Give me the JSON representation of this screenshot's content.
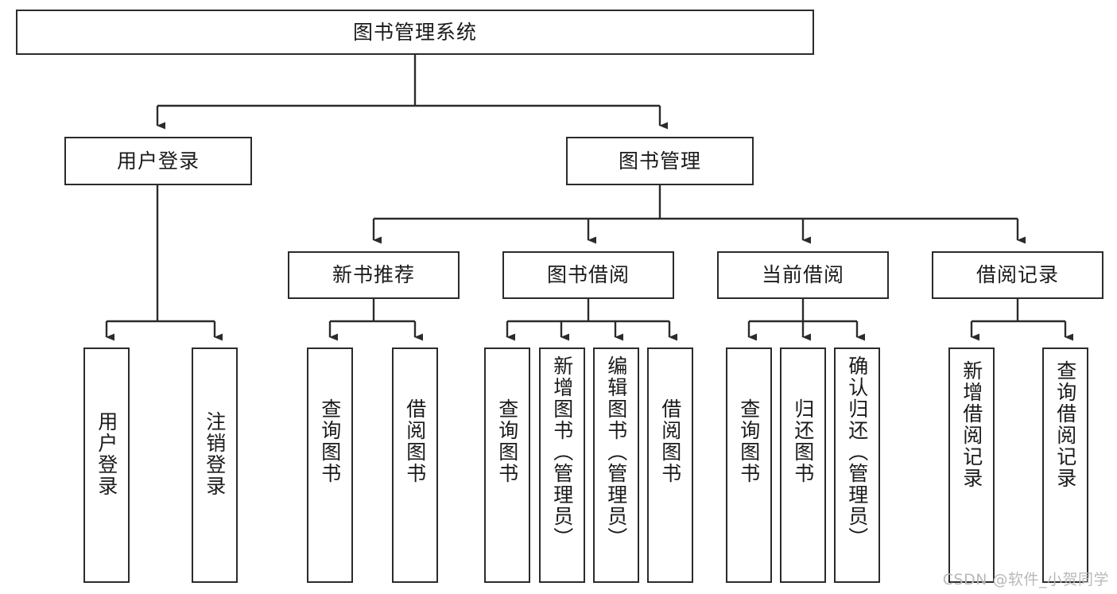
{
  "diagram": {
    "title": "图书管理系统",
    "type": "tree",
    "watermark": "CSDN @软件_小贺同学",
    "line_color": "#2b2b2b",
    "box_fill": "#ffffff",
    "text_color": "#1a1a1a",
    "nodes": {
      "root": {
        "label": "图书管理系统"
      },
      "level2": [
        {
          "id": "user-login",
          "label": "用户登录"
        },
        {
          "id": "book-manage",
          "label": "图书管理"
        }
      ],
      "level3": [
        {
          "id": "new-book-recommend",
          "label": "新书推荐"
        },
        {
          "id": "book-borrow",
          "label": "图书借阅"
        },
        {
          "id": "current-borrow",
          "label": "当前借阅"
        },
        {
          "id": "borrow-record",
          "label": "借阅记录"
        }
      ],
      "leaves": {
        "user_login": [
          {
            "id": "leaf-user-login",
            "label": "用户登录"
          },
          {
            "id": "leaf-logout-login",
            "label": "注销登录"
          }
        ],
        "new_book_recommend": [
          {
            "id": "leaf-query-book-1",
            "label": "查询图书"
          },
          {
            "id": "leaf-borrow-book-1",
            "label": "借阅图书"
          }
        ],
        "book_borrow": [
          {
            "id": "leaf-query-book-2",
            "label": "查询图书"
          },
          {
            "id": "leaf-add-book-admin",
            "label": "新增图书（管理员）"
          },
          {
            "id": "leaf-edit-book-admin",
            "label": "编辑图书（管理员）"
          },
          {
            "id": "leaf-borrow-book-2",
            "label": "借阅图书"
          }
        ],
        "current_borrow": [
          {
            "id": "leaf-query-book-3",
            "label": "查询图书"
          },
          {
            "id": "leaf-return-book",
            "label": "归还图书"
          },
          {
            "id": "leaf-confirm-return-admin",
            "label": "确认归还（管理员）"
          }
        ],
        "borrow_record": [
          {
            "id": "leaf-add-borrow-record",
            "label": "新增借阅记录"
          },
          {
            "id": "leaf-query-borrow-record",
            "label": "查询借阅记录"
          }
        ]
      }
    }
  }
}
